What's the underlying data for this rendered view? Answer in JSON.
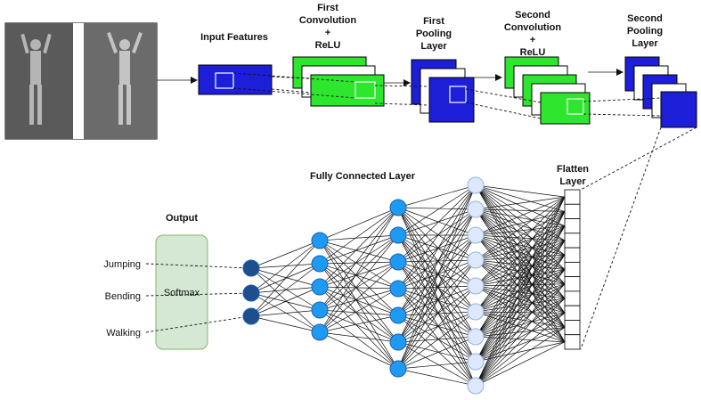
{
  "stages": {
    "input": "Input Features",
    "conv1": [
      "First",
      "Convolution",
      "+",
      "ReLU"
    ],
    "pool1": [
      "First",
      "Pooling",
      "Layer"
    ],
    "conv2": [
      "Second",
      "Convolution",
      "+",
      "ReLU"
    ],
    "pool2": [
      "Second",
      "Pooling",
      "Layer"
    ]
  },
  "fc_label": "Fully Connected Layer",
  "flatten_label": [
    "Flatten",
    "Layer"
  ],
  "output_label": "Output",
  "softmax_label": "Softmax",
  "classes": [
    "Jumping",
    "Bending",
    "Walking"
  ],
  "colors": {
    "blue_map": "#1c1ed8",
    "green_map": "#2ee62e",
    "node_dark": "#1f4e8c",
    "node_mid": "#1f9af2",
    "node_light": "#dde9fa",
    "softmax_fill": "#d5e8d4",
    "softmax_stroke": "#82b366"
  }
}
